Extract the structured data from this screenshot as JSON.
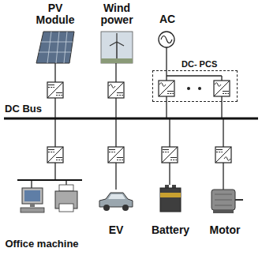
{
  "diagram": {
    "nodes": [
      {
        "text": [
          "DC- PCS"
        ]
      }
    ],
    "labels": [
      "PV Module",
      "Wind power",
      "AC",
      "DC Bus",
      "Office machine",
      "EV",
      "Battery",
      "Motor"
    ]
  }
}
